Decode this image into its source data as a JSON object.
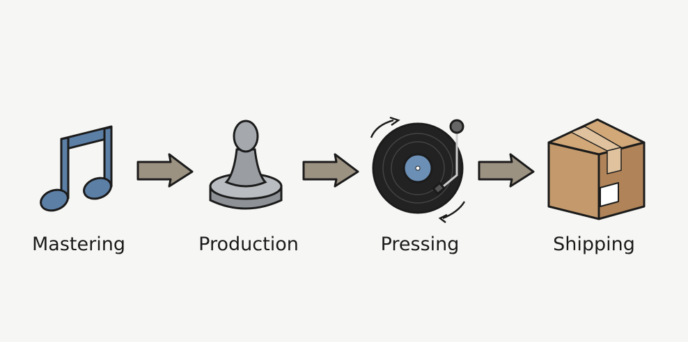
{
  "steps": [
    {
      "label": "Mastering",
      "icon": "music-note-icon"
    },
    {
      "label": "Production",
      "icon": "stamp-icon"
    },
    {
      "label": "Pressing",
      "icon": "vinyl-record-icon"
    },
    {
      "label": "Shipping",
      "icon": "shipping-box-icon"
    }
  ],
  "colors": {
    "arrow": "#9c9282",
    "note": "#5c7fa6",
    "record_label": "#6b8fb5",
    "box": "#c49a6c",
    "stamp": "#9a9ea3"
  }
}
